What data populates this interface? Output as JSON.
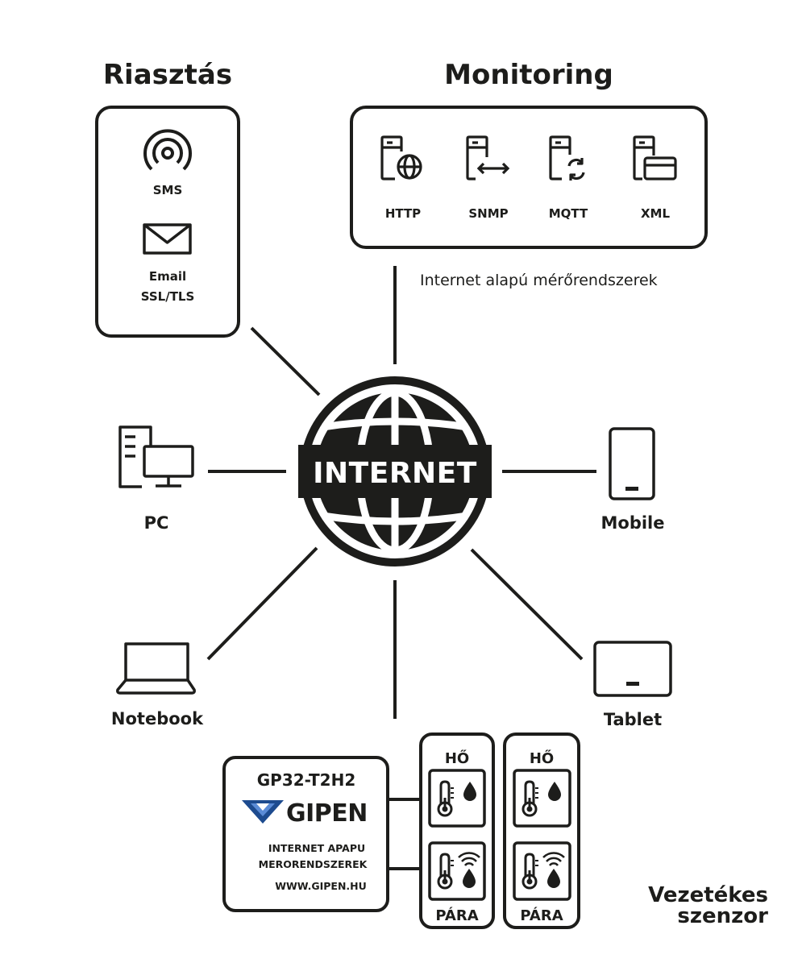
{
  "colors": {
    "ink": "#1d1d1b",
    "background": "#ffffff",
    "accent_blue": "#1d4b8f",
    "accent_light": "#5a8bd6"
  },
  "alarm": {
    "title": "Riasztás",
    "sms_label": "SMS",
    "email_label_line1": "Email",
    "email_label_line2": "SSL/TLS"
  },
  "monitoring": {
    "title": "Monitoring",
    "protocols": [
      "HTTP",
      "SNMP",
      "MQTT",
      "XML"
    ],
    "caption": "Internet alapú mérőrendszerek"
  },
  "internet_label": "INTERNET",
  "devices": {
    "pc": "PC",
    "mobile": "Mobile",
    "notebook": "Notebook",
    "tablet": "Tablet"
  },
  "gipen_device": {
    "model": "GP32-T2H2",
    "brand": "GIPEN",
    "line1": "INTERNET APAPU",
    "line2": "MERORENDSZEREK",
    "website": "WWW.GIPEN.HU"
  },
  "sensors": {
    "top_label": "HŐ",
    "bottom_label": "PÁRA"
  },
  "wired_sensor": {
    "line1": "Vezetékes",
    "line2": "szenzor"
  }
}
